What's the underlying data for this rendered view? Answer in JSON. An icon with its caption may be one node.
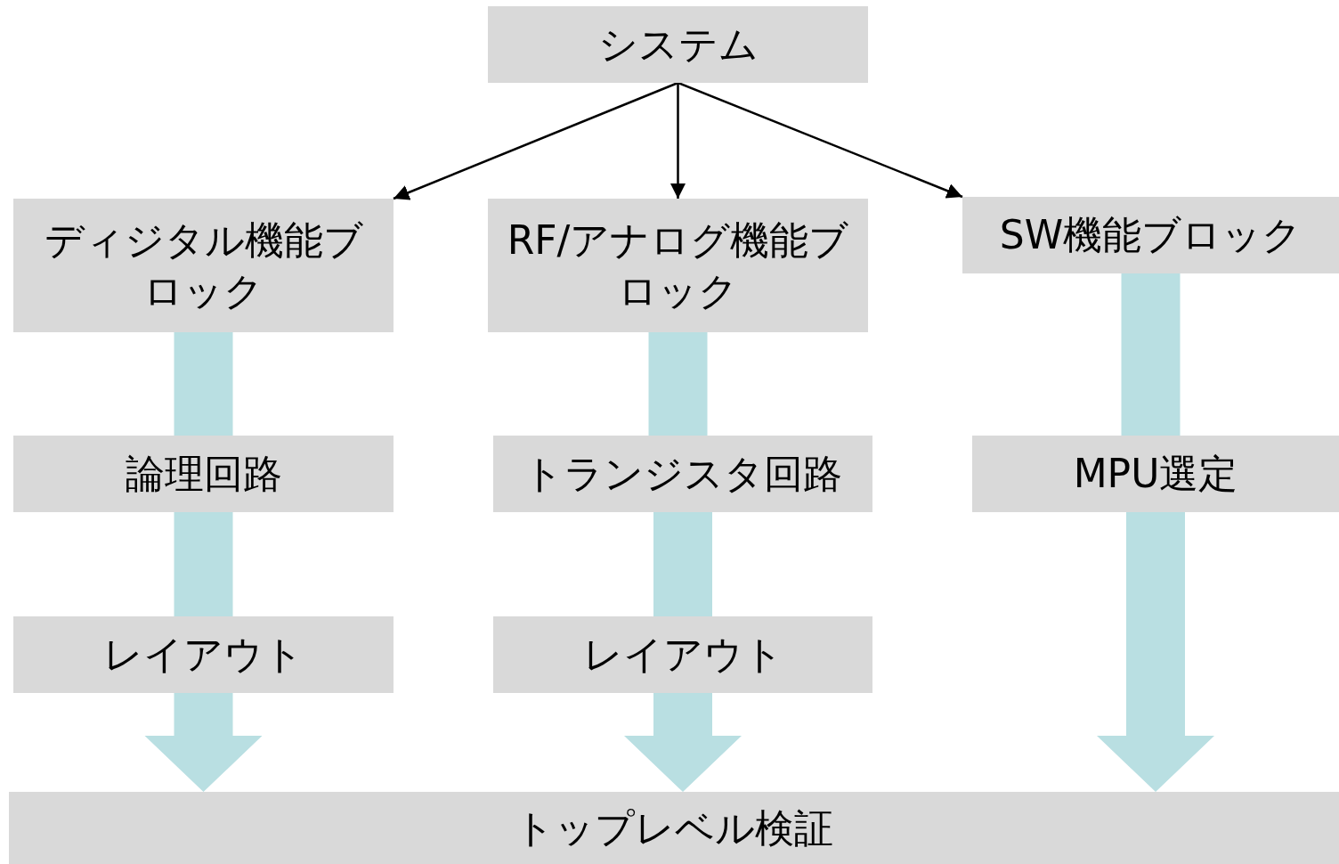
{
  "diagram": {
    "nodes": [
      {
        "text": [
          "システム"
        ]
      },
      {
        "text": [
          "ディジタル機能ブロック"
        ]
      },
      {
        "text": [
          "RF/アナログ機能ブロック"
        ]
      },
      {
        "text": [
          "SW機能ブロック"
        ]
      },
      {
        "text": [
          "論理回路"
        ]
      },
      {
        "text": [
          "トランジスタ回路"
        ]
      },
      {
        "text": [
          "MPU選定"
        ]
      },
      {
        "text": [
          "レイアウト"
        ]
      },
      {
        "text": [
          "レイアウト"
        ]
      },
      {
        "text": [
          "トップレベル検証"
        ]
      }
    ],
    "edges": [
      {
        "from": 0,
        "to": 1,
        "arrow": "to"
      },
      {
        "from": 0,
        "to": 2,
        "arrow": "to"
      },
      {
        "from": 0,
        "to": 3,
        "arrow": "to"
      },
      {
        "from": 1,
        "to": 4,
        "arrow": "none",
        "style": "thick",
        "color": "#b9dfe2"
      },
      {
        "from": 4,
        "to": 7,
        "arrow": "none",
        "style": "thick",
        "color": "#b9dfe2"
      },
      {
        "from": 7,
        "to": 9,
        "arrow": "to",
        "style": "thick",
        "color": "#b9dfe2"
      },
      {
        "from": 2,
        "to": 5,
        "arrow": "none",
        "style": "thick",
        "color": "#b9dfe2"
      },
      {
        "from": 5,
        "to": 8,
        "arrow": "none",
        "style": "thick",
        "color": "#b9dfe2"
      },
      {
        "from": 8,
        "to": 9,
        "arrow": "to",
        "style": "thick",
        "color": "#b9dfe2"
      },
      {
        "from": 3,
        "to": 6,
        "arrow": "none",
        "style": "thick",
        "color": "#b9dfe2"
      },
      {
        "from": 6,
        "to": 9,
        "arrow": "to",
        "style": "thick",
        "color": "#b9dfe2"
      }
    ]
  }
}
